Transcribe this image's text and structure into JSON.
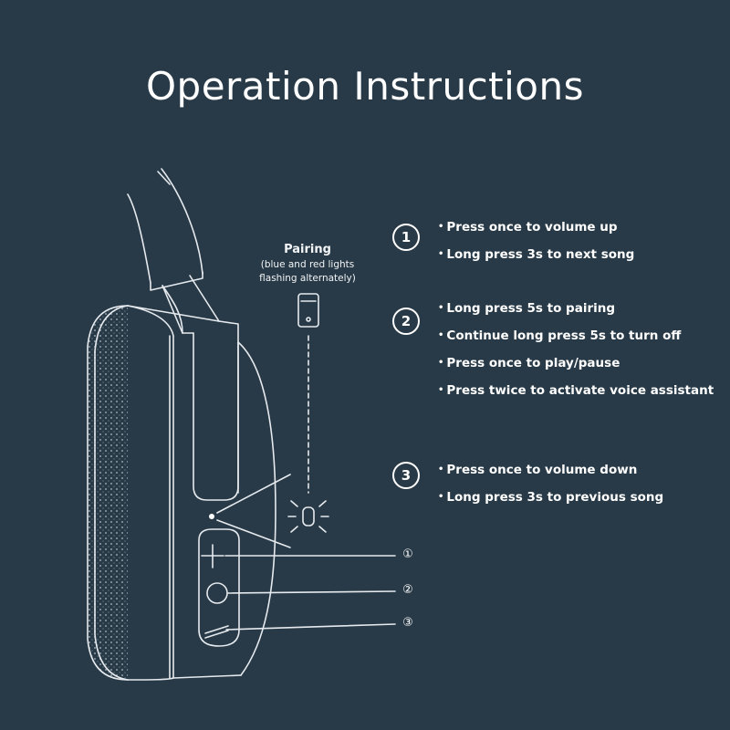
{
  "page": {
    "title": "Operation Instructions",
    "background": "#283a47",
    "line_color": "#e6eaee"
  },
  "pairing": {
    "title": "Pairing",
    "note_line1": "(blue and red lights",
    "note_line2": "flashing alternately)",
    "phone_icon": "phone-icon",
    "light_icon": "blinking-light-icon"
  },
  "instructions": [
    {
      "number": "1",
      "items": [
        "Press once to volume up",
        "Long press 3s to next song"
      ]
    },
    {
      "number": "2",
      "items": [
        "Long press 5s to pairing",
        "Continue long press 5s to turn off",
        "Press once to play/pause",
        "Press twice to activate voice assistant"
      ]
    },
    {
      "number": "3",
      "items": [
        "Press once to volume down",
        "Long press 3s to previous song"
      ]
    }
  ],
  "callouts": [
    "①",
    "②",
    "③"
  ],
  "bullet": "•"
}
